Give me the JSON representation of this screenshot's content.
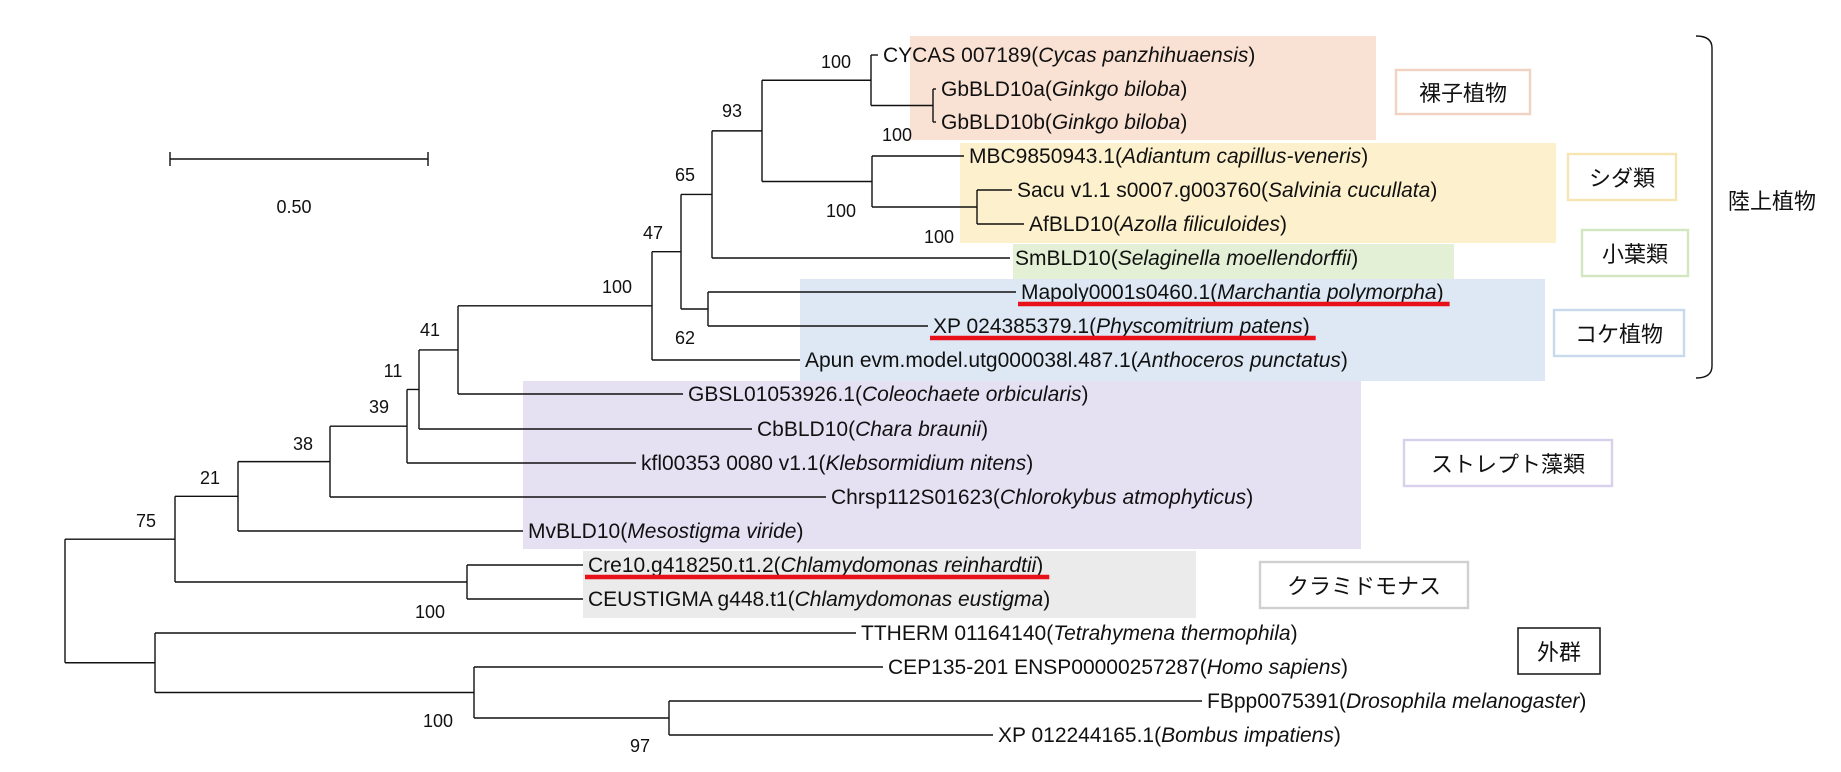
{
  "scale_bar": {
    "label": "0.50"
  },
  "taxa": [
    {
      "id": "CYCAS 007189",
      "species": "Cycas panzhihuaensis"
    },
    {
      "id": "GbBLD10a",
      "species": "Ginkgo biloba"
    },
    {
      "id": "GbBLD10b",
      "species": "Ginkgo biloba"
    },
    {
      "id": "MBC9850943.1",
      "species": "Adiantum capillus-veneris"
    },
    {
      "id": "Sacu v1.1 s0007.g003760",
      "species": "Salvinia cucullata"
    },
    {
      "id": "AfBLD10",
      "species": "Azolla filiculoides"
    },
    {
      "id": "SmBLD10",
      "species": "Selaginella moellendorffii"
    },
    {
      "id": "Mapoly0001s0460.1",
      "species": "Marchantia polymorpha",
      "underlined": true
    },
    {
      "id": "XP 024385379.1",
      "species": "Physcomitrium patens",
      "underlined": true
    },
    {
      "id": "Apun evm.model.utg000038l.487.1",
      "species": "Anthoceros punctatus"
    },
    {
      "id": "GBSL01053926.1",
      "species": "Coleochaete orbicularis"
    },
    {
      "id": "CbBLD10",
      "species": "Chara braunii"
    },
    {
      "id": "kfl00353 0080 v1.1",
      "species": "Klebsormidium nitens"
    },
    {
      "id": "Chrsp112S01623",
      "species": "Chlorokybus atmophyticus"
    },
    {
      "id": "MvBLD10",
      "species": "Mesostigma viride"
    },
    {
      "id": "Cre10.g418250.t1.2",
      "species": "Chlamydomonas reinhardtii",
      "underlined": true
    },
    {
      "id": "CEUSTIGMA g448.t1",
      "species": "Chlamydomonas eustigma"
    },
    {
      "id": "TTHERM 01164140",
      "species": "Tetrahymena thermophila"
    },
    {
      "id": "CEP135-201 ENSP00000257287",
      "species": "Homo sapiens"
    },
    {
      "id": "FBpp0075391",
      "species": "Drosophila melanogaster"
    },
    {
      "id": "XP 012244165.1",
      "species": "Bombus impatiens"
    }
  ],
  "supports": [
    "100",
    "100",
    "93",
    "100",
    "100",
    "65",
    "47",
    "62",
    "100",
    "41",
    "11",
    "39",
    "38",
    "21",
    "75",
    "100",
    "100",
    "97"
  ],
  "groups": [
    {
      "name": "裸子植物",
      "color": "#f9e1d3",
      "border": "#f2d2c2"
    },
    {
      "name": "シダ類",
      "color": "#fdf0cc",
      "border": "#f6e4b2"
    },
    {
      "name": "小葉類",
      "color": "#e3f0d6",
      "border": "#d2e6c0"
    },
    {
      "name": "コケ植物",
      "color": "#dde8f4",
      "border": "#c9d9ec"
    },
    {
      "name": "ストレプト藻類",
      "color": "#e6e0f3",
      "border": "#d8d0ec"
    },
    {
      "name": "クラミドモナス",
      "color": "#ebebeb",
      "border": "#d0d0d0"
    },
    {
      "name": "外群",
      "color": "#ffffff",
      "border": "#222222"
    }
  ],
  "clade_label": "陸上植物",
  "underline_color": "#e8111a"
}
